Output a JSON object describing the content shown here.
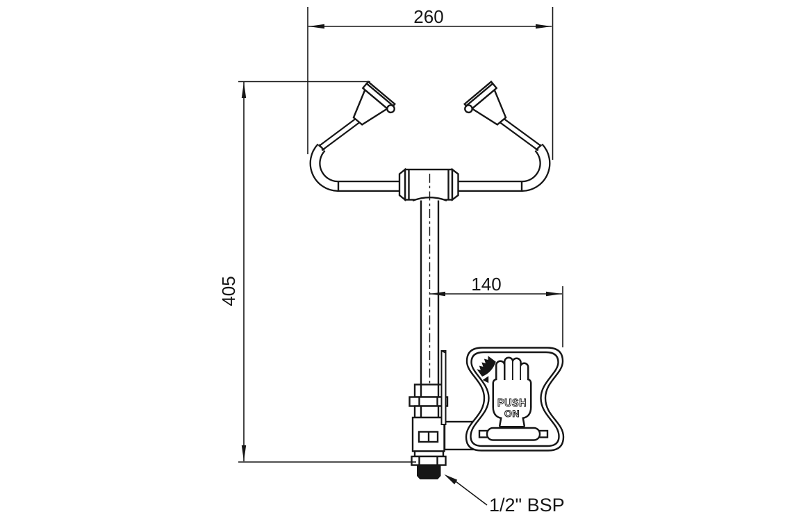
{
  "meta": {
    "description": "Technical dimension drawing of a wall-mounted twin-nozzle eyewash unit with push plate",
    "background": "#ffffff",
    "line_color": "#161616"
  },
  "dimensions": {
    "width_mm": "260",
    "height_mm": "405",
    "plate_offset_mm": "140"
  },
  "callout": {
    "thread": "1/2\" BSP"
  },
  "push_plate": {
    "line1": "PUSH",
    "line2": "ON"
  }
}
